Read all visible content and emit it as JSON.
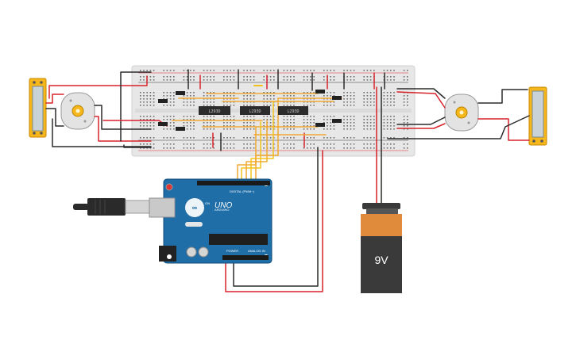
{
  "chips": [
    {
      "label": "L293D"
    },
    {
      "label": "L293D"
    },
    {
      "label": "L293D"
    }
  ],
  "arduino": {
    "brand_text": "ARDUINO",
    "model_text": "UNO",
    "digital_text": "DIGITAL (PWM~)",
    "power_text": "POWER",
    "analog_text": "ANALOG IN",
    "on_text": "ON"
  },
  "battery": {
    "label": "9V"
  },
  "colors": {
    "wire_red": "#d9232a",
    "wire_black": "#2b2b2b",
    "wire_orange": "#f0a830",
    "wire_yellow": "#f2c21b",
    "breadboard": "#e9e9e9",
    "arduino_board": "#1f6ea8",
    "battery_top": "#e08a3c",
    "battery_body": "#3a3a3a",
    "motor_mount": "#f6b71c"
  },
  "icons": [
    "usb-plug-icon",
    "dc-motor-icon",
    "chip-icon"
  ]
}
